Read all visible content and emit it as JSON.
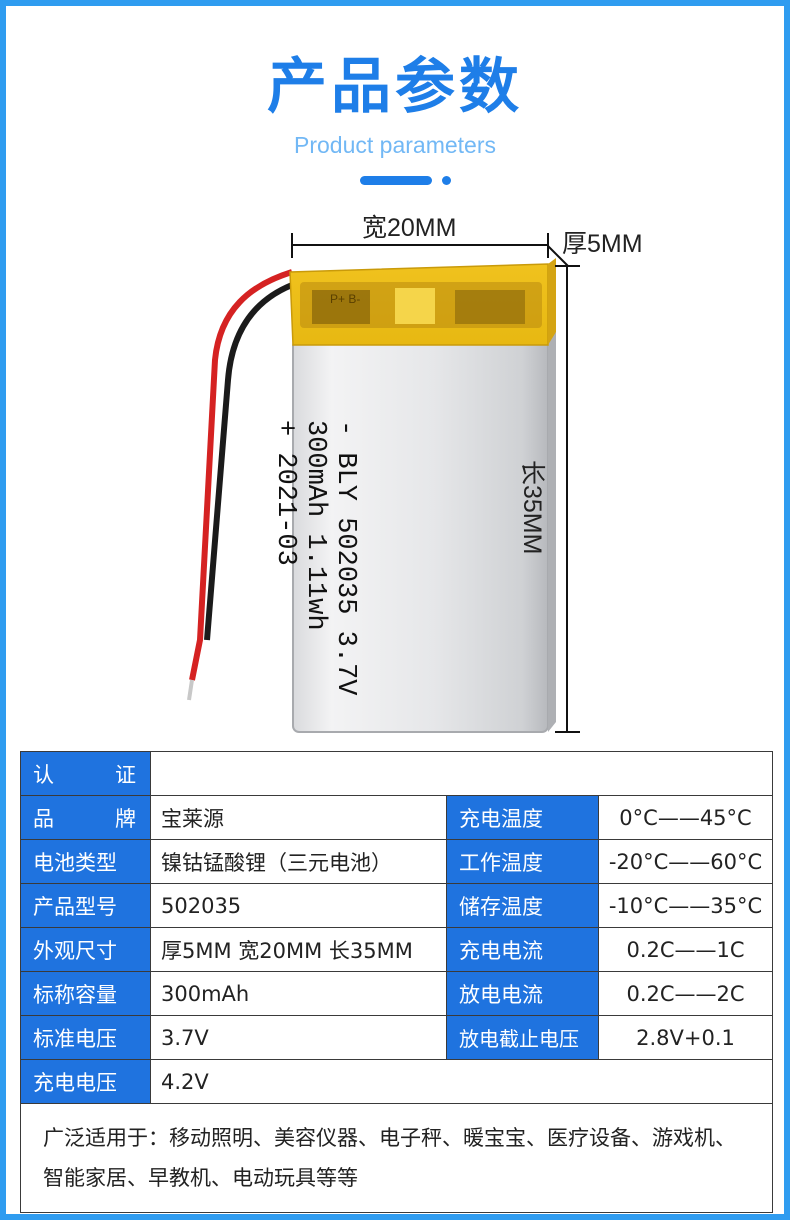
{
  "header": {
    "title": "产品参数",
    "subtitle": "Product parameters"
  },
  "dimensions": {
    "width_label": "宽20MM",
    "thickness_label": "厚5MM",
    "length_label": "长35MM"
  },
  "battery_print": {
    "line1": "- BLY 502035 3.7V",
    "line2": "300mAh 1.11wh",
    "line3": "+ 2021-03",
    "tab_text": "P+ B-"
  },
  "specs": {
    "cert": {
      "label": "认证",
      "value": ""
    },
    "brand": {
      "label": "品牌",
      "value": "宝莱源"
    },
    "type": {
      "label": "电池类型",
      "value": "镍钴锰酸锂（三元电池）"
    },
    "model": {
      "label": "产品型号",
      "value": "502035"
    },
    "size": {
      "label": "外观尺寸",
      "value": "厚5MM 宽20MM 长35MM"
    },
    "capacity": {
      "label": "标称容量",
      "value": "300mAh"
    },
    "voltage": {
      "label": "标准电压",
      "value": "3.7V"
    },
    "charge_voltage": {
      "label": "充电电压",
      "value": "4.2V"
    },
    "charge_temp": {
      "label": "充电温度",
      "value": "0°C——45°C"
    },
    "work_temp": {
      "label": "工作温度",
      "value": "-20°C——60°C"
    },
    "store_temp": {
      "label": "储存温度",
      "value": "-10°C——35°C"
    },
    "charge_current": {
      "label": "充电电流",
      "value": "0.2C——1C"
    },
    "discharge_current": {
      "label": "放电电流",
      "value": "0.2C——2C"
    },
    "cutoff_voltage": {
      "label": "放电截止电压",
      "value": "2.8V+0.1"
    }
  },
  "applications": "广泛适用于：移动照明、美容仪器、电子秤、暖宝宝、医疗设备、游戏机、智能家居、早教机、电动玩具等等",
  "colors": {
    "accent": "#1e7ee8",
    "frame": "#2f9cf0",
    "label_bg": "#1f73df"
  }
}
